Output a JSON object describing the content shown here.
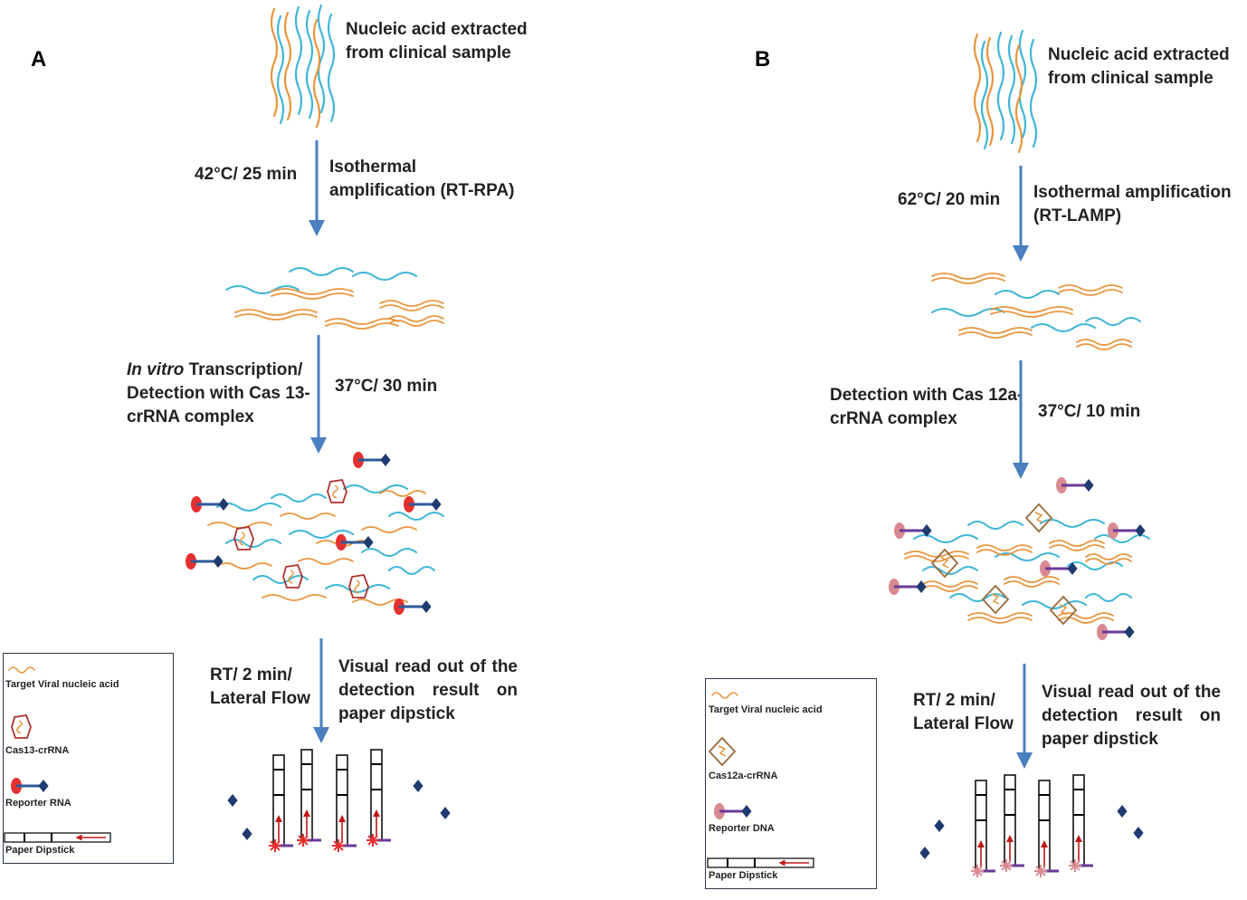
{
  "panel_a": {
    "letter": "A",
    "sample_label_line1": "Nucleic acid extracted",
    "sample_label_line2": "from clinical sample",
    "step1_condition": "42°C/ 25 min",
    "step1_desc_line1": "Isothermal",
    "step1_desc_line2": "amplification (RT-RPA)",
    "step2_desc_italic": "In vitro",
    "step2_desc_line1_rest": " Transcription/",
    "step2_desc_line2": "Detection with Cas 13-",
    "step2_desc_line3": "crRNA complex",
    "step2_condition": "37°C/ 30 min",
    "step3_condition_line1": "RT/ 2 min/",
    "step3_condition_line2": "Lateral Flow",
    "step3_desc": "Visual read out of the detection result on paper dipstick",
    "legend": {
      "target": "Target Viral nucleic acid",
      "cas": "Cas13-crRNA",
      "reporter": "Reporter RNA",
      "dipstick": "Paper Dipstick"
    }
  },
  "panel_b": {
    "letter": "B",
    "sample_label_line1": "Nucleic acid extracted",
    "sample_label_line2": "from clinical sample",
    "step1_condition": "62°C/ 20 min",
    "step1_desc_line1": "Isothermal amplification",
    "step1_desc_line2": "(RT-LAMP)",
    "step2_desc_line1": "Detection with Cas 12a-",
    "step2_desc_line2": "crRNA complex",
    "step2_condition": "37°C/ 10 min",
    "step3_condition_line1": "RT/ 2 min/",
    "step3_condition_line2": "Lateral Flow",
    "step3_desc": "Visual read out of the detection result on paper dipstick",
    "legend": {
      "target": "Target Viral nucleic acid",
      "cas": "Cas12a-crRNA",
      "reporter": "Reporter DNA",
      "dipstick": "Paper Dipstick"
    }
  },
  "colors": {
    "arrow": "#4a7fc0",
    "blue_strand": "#3fb6d8",
    "orange_strand": "#e8953c",
    "cas13": "#b03030",
    "cas12": "#9a6a3a",
    "reporter_rna_head": "#e53030",
    "reporter_dna_head": "#d88a90",
    "reporter_stick_a": "#2e5a9a",
    "reporter_stick_b": "#6a3a9a",
    "reporter_tail": "#1f3a70",
    "dipstick_line": "#000000",
    "flow_arrow": "#c01818"
  }
}
